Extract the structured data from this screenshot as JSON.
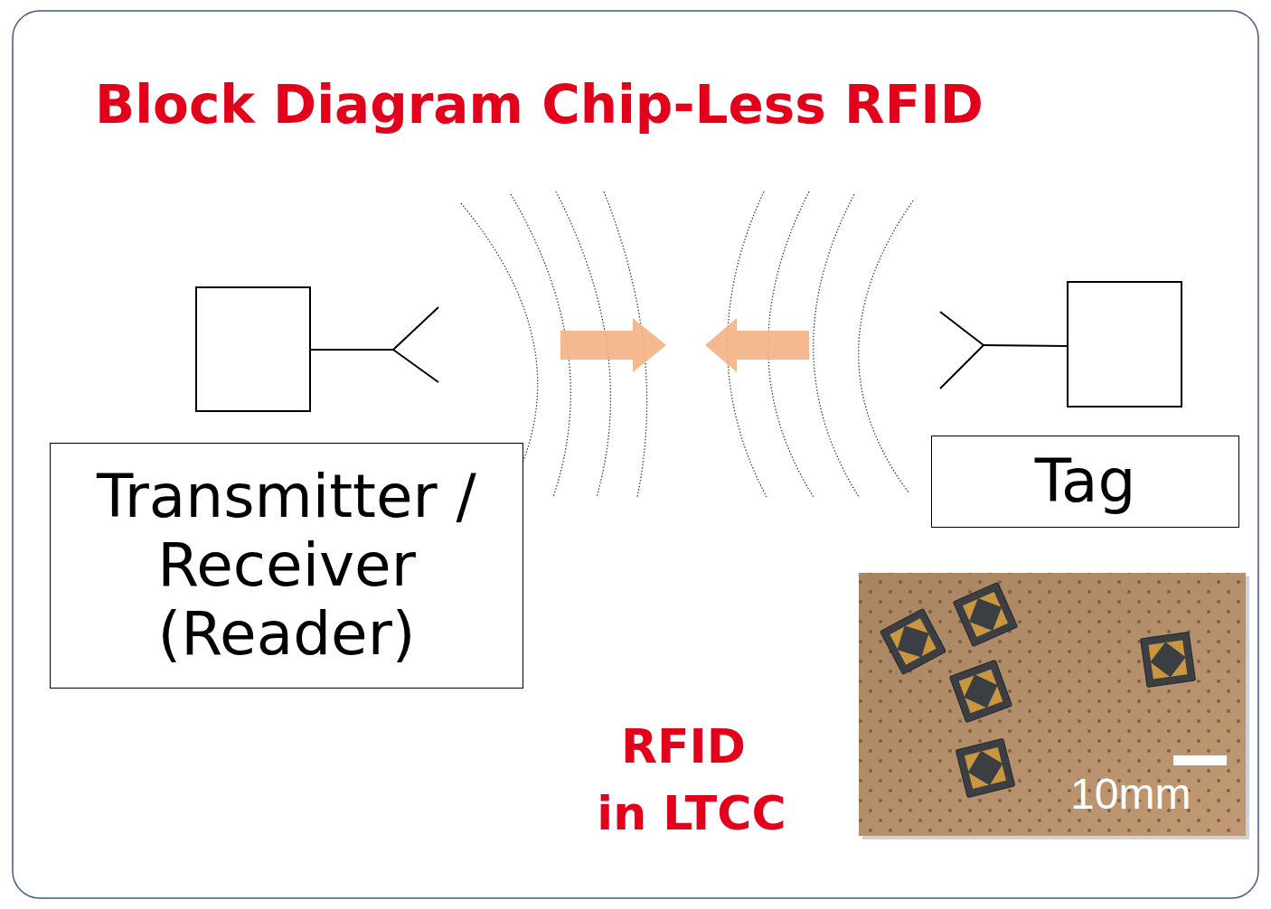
{
  "diagram": {
    "title": "Block Diagram Chip-Less RFID",
    "nodes": [
      {
        "text": [
          "Transmitter / Receiver (Reader)"
        ]
      },
      {
        "text": [
          "Tag"
        ]
      }
    ],
    "labels": [
      "RFID in LTCC",
      "10mm"
    ]
  }
}
